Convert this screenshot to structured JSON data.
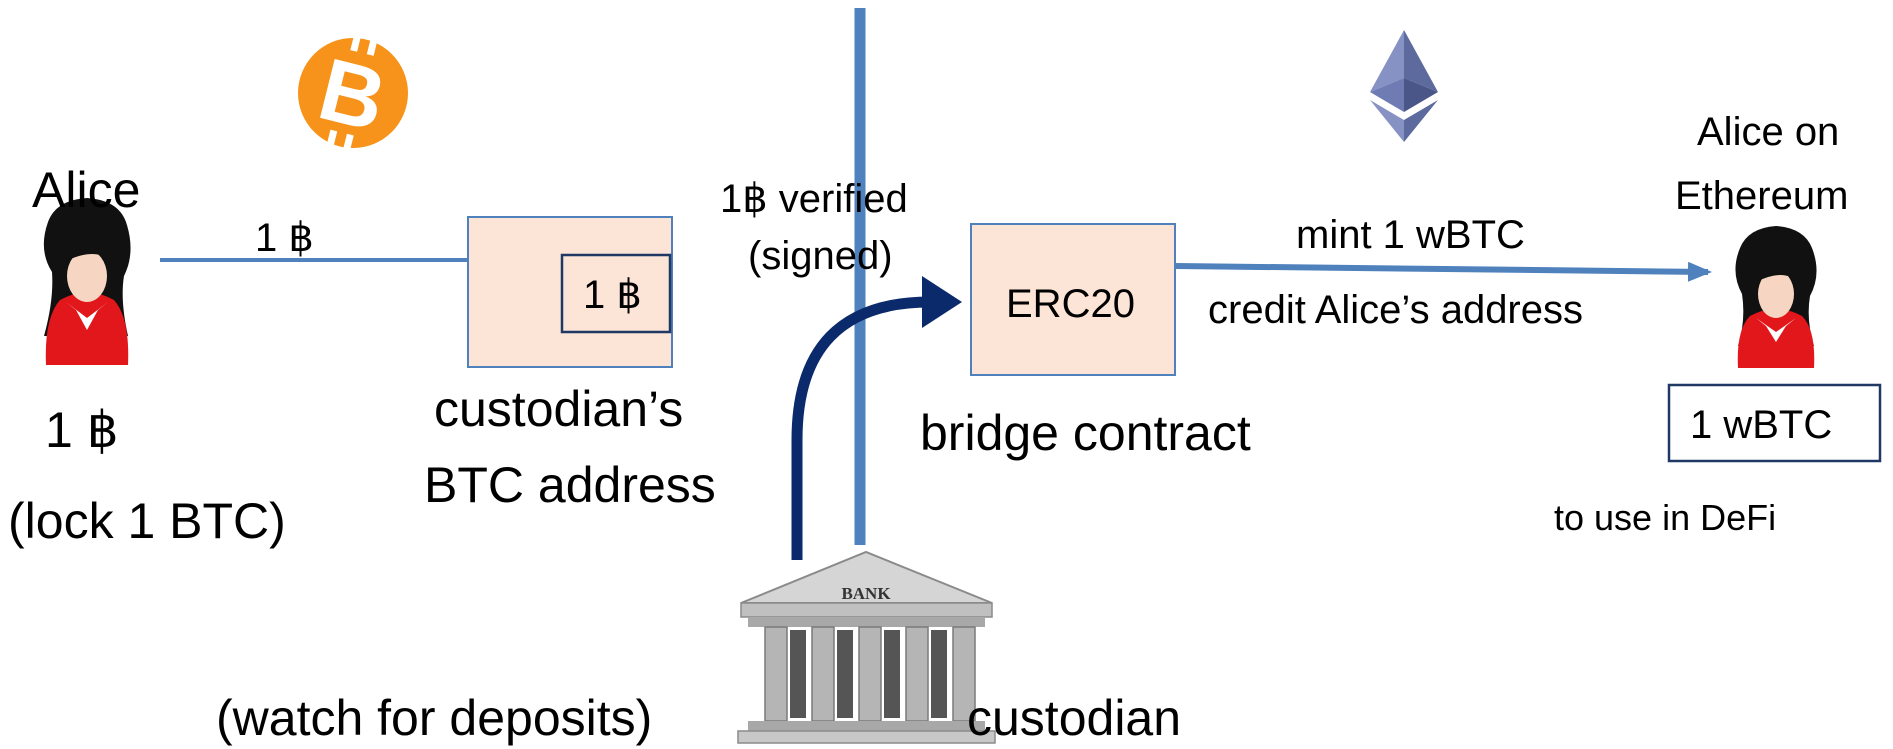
{
  "colors": {
    "bitcoin_orange": "#F7931A",
    "divider_blue": "#4F81BD",
    "arrow_blue": "#4F81BD",
    "custodian_arrow": "#0B2A6B",
    "box_fill": "#FCE4D6",
    "box_border": "#4F81BD",
    "wbtc_border": "#1F3864",
    "eth_gray": "#6B7AA8"
  },
  "icons": {
    "bitcoin": "bitcoin-logo-icon",
    "ethereum": "ethereum-logo-icon",
    "alice": "alice-avatar-icon",
    "bank": "bank-building-icon"
  },
  "left": {
    "alice_label": "Alice",
    "alice_balance": "1 ฿",
    "lock_note": "(lock 1 BTC)",
    "transfer_label": "1 ฿",
    "custodian_box_value": "1 ฿",
    "custodian_address_line1": "custodian’s",
    "custodian_address_line2": "BTC address"
  },
  "middle": {
    "verified_line1": "1฿ verified",
    "verified_line2": "(signed)",
    "bank_sign": "BANK",
    "watch_label": "(watch for deposits)",
    "custodian_label": "custodian"
  },
  "right": {
    "erc20_label": "ERC20",
    "bridge_label": "bridge contract",
    "mint_label": "mint 1 wBTC",
    "credit_label": "credit Alice’s address",
    "alice_eth_line1": "Alice on",
    "alice_eth_line2": "Ethereum",
    "wbtc_value": "1 wBTC",
    "defi_note": "to use in DeFi"
  }
}
